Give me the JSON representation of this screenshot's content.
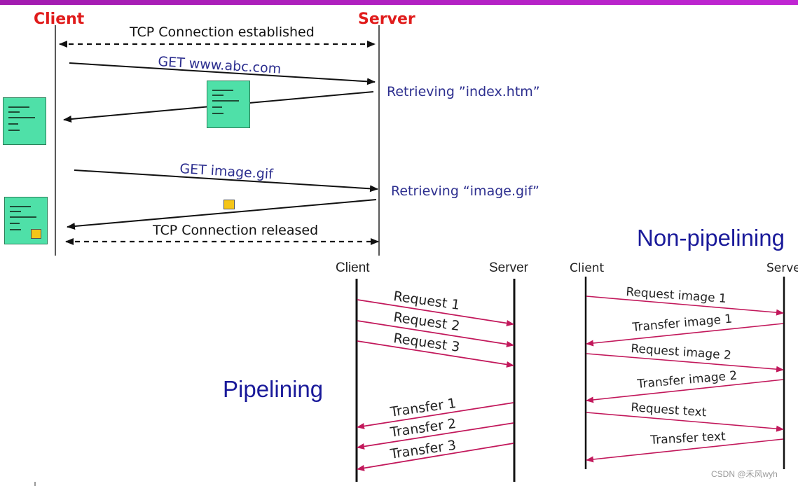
{
  "top_diagram": {
    "client_label": "Client",
    "server_label": "Server",
    "tcp_established": "TCP Connection established",
    "get_www": "GET www.abc.com",
    "retrieving_index": "Retrieving ”index.htm”",
    "get_image": "GET image.gif",
    "retrieving_image": "Retrieving “image.gif”",
    "tcp_released": "TCP Connection released"
  },
  "pipelining": {
    "title": "Pipelining",
    "client_label": "Client",
    "server_label": "Server",
    "requests": [
      "Request 1",
      "Request 2",
      "Request 3"
    ],
    "transfers": [
      "Transfer 1",
      "Transfer 2",
      "Transfer 3"
    ]
  },
  "non_pipelining": {
    "title": "Non-pipelining",
    "client_label": "Client",
    "server_label": "Serve",
    "messages": [
      "Request image 1",
      "Transfer image 1",
      "Request image 2",
      "Transfer image 2",
      "Request text",
      "Transfer text"
    ]
  },
  "watermark": "CSDN @禾风wyh",
  "colors": {
    "topbar": "#b31fc0",
    "client_server_red": "#e01b1b",
    "message_blue": "#2d2f8f",
    "title_blue": "#1a1a9a",
    "arrow_red": "#c2185b",
    "doc_green": "#4fe0a8",
    "image_yellow": "#f5c518"
  }
}
